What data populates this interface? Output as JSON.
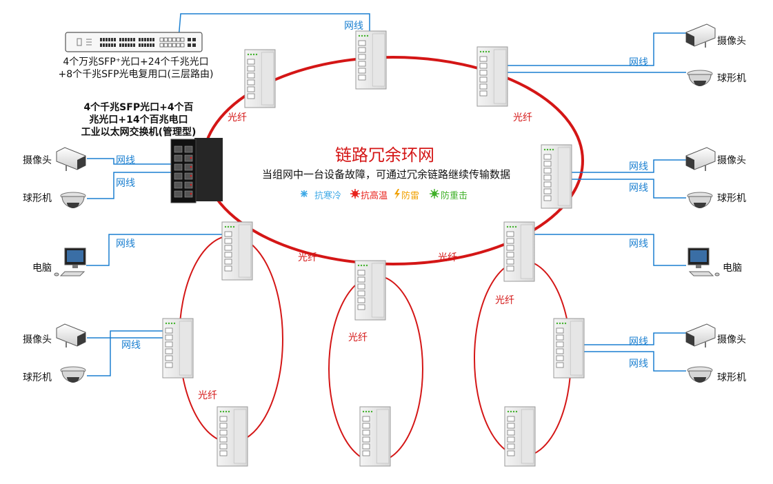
{
  "colors": {
    "ring": "#d41616",
    "cable": "#1a7fd0",
    "text": "#111111",
    "cold": "#3fa9e6",
    "heat": "#e8221c",
    "thunder": "#f0a000",
    "impact": "#41b12b"
  },
  "core_switch": {
    "desc_line1": "4个万兆SFP⁺光口+24个千兆光口",
    "desc_line2": "+8个千兆SFP光电复用口(三层路由)"
  },
  "managed_switch": {
    "desc_line1": "4个千兆SFP光口+4个百",
    "desc_line2": "兆光口+14个百兆电口",
    "desc_line3": "工业以太网交换机(管理型)"
  },
  "center": {
    "title": "链路冗余环网",
    "subtitle": "当组网中一台设备故障，可通过冗余链路继续传输数据",
    "features": [
      {
        "icon": "snowflake-icon",
        "label": "抗寒冷"
      },
      {
        "icon": "sun-icon",
        "label": "抗高温"
      },
      {
        "icon": "lightning-icon",
        "label": "防雷"
      },
      {
        "icon": "burst-icon",
        "label": "防重击"
      }
    ]
  },
  "labels": {
    "fiber": "光纤",
    "cable": "网线"
  },
  "devices": {
    "camera": "摄像头",
    "dome": "球形机",
    "pc": "电脑"
  }
}
